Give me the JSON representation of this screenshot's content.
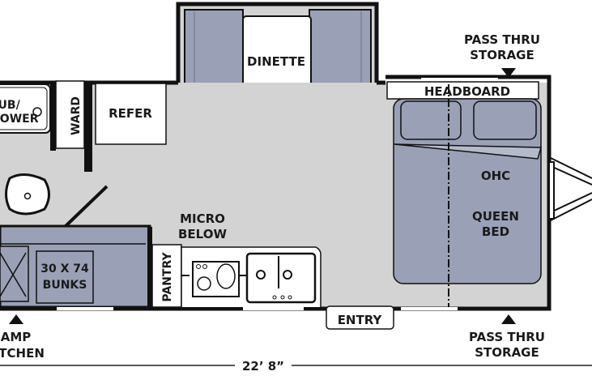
{
  "colors": {
    "floor": "#d3d3d3",
    "furniture": "#9aa0b6",
    "wall": "#111111",
    "fixture": "#ffffff"
  },
  "labels": {
    "dinette": "DINETTE",
    "headboard": "HEADBOARD",
    "pass_thru_top": [
      "PASS THRU",
      "STORAGE"
    ],
    "pass_thru_bottom": [
      "PASS THRU",
      "STORAGE"
    ],
    "tub_shower": [
      "TUB/",
      "SHOWER"
    ],
    "ward": "WARD",
    "refer": "REFER",
    "ohc": "OHC",
    "queen_bed": [
      "QUEEN",
      "BED"
    ],
    "micro_below": [
      "MICRO",
      "BELOW"
    ],
    "bunks": [
      "30 X 74",
      "BUNKS"
    ],
    "pantry": "PANTRY",
    "entry": "ENTRY",
    "camp_kitchen": [
      "CAMP",
      "KITCHEN"
    ],
    "length": "22’ 8”"
  }
}
